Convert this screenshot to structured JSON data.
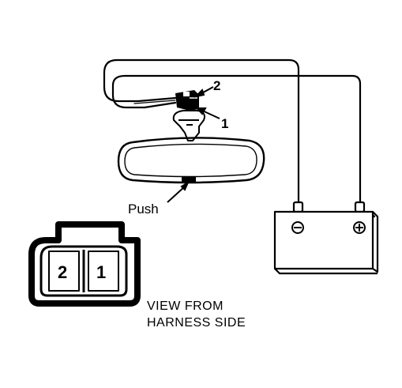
{
  "colors": {
    "ink": "#000000",
    "paper": "#ffffff"
  },
  "labels": {
    "terminal_2": "2",
    "terminal_1": "1",
    "push": "Push",
    "view_line1": "VIEW FROM",
    "view_line2": "HARNESS SIDE"
  },
  "connector": {
    "pin_left": "2",
    "pin_right": "1"
  },
  "battery": {
    "negative_icon": "minus-in-circle",
    "positive_icon": "plus-in-circle"
  }
}
